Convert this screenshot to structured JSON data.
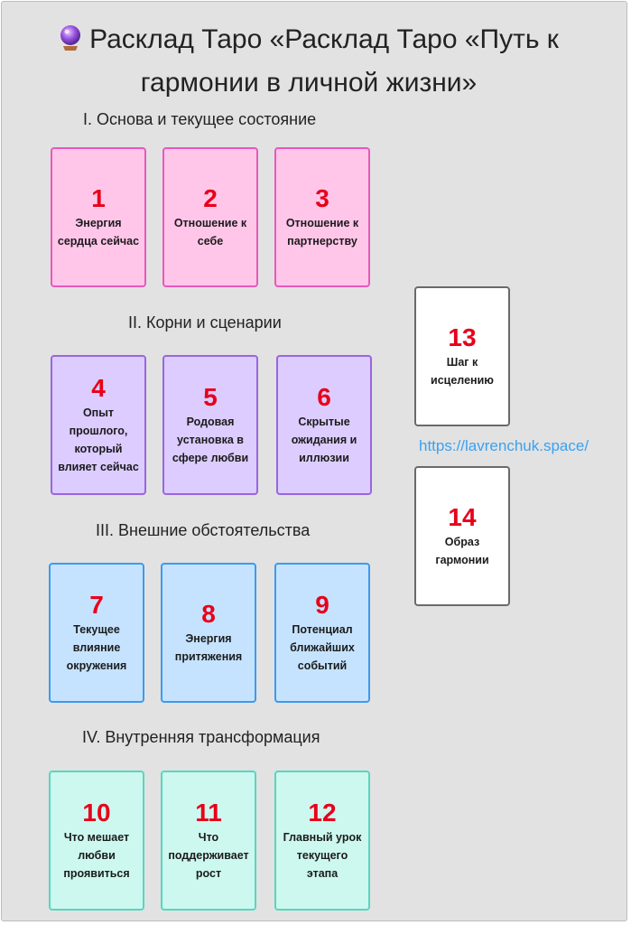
{
  "title_line1": "Расклад Таро «Расклад Таро «Путь к",
  "title_line2": "гармонии в личной жизни»",
  "title_icon": "crystal-ball-icon",
  "sections": [
    "I. Основа и текущее состояние",
    "II. Корни и сценарии",
    "III. Внешние обстоятельства",
    "IV. Внутренняя трансформация"
  ],
  "cards": [
    {
      "number": "1",
      "label": "Энергия сердца сейчас"
    },
    {
      "number": "2",
      "label": "Отношение к себе"
    },
    {
      "number": "3",
      "label": "Отношение к партнерству"
    },
    {
      "number": "4",
      "label": "Опыт прошлого, который влияет сейчас"
    },
    {
      "number": "5",
      "label": "Родовая установка в сфере любви"
    },
    {
      "number": "6",
      "label": "Скрытые ожидания и иллюзии"
    },
    {
      "number": "7",
      "label": "Текущее влияние окружения"
    },
    {
      "number": "8",
      "label": "Энергия притяжения"
    },
    {
      "number": "9",
      "label": "Потенциал ближайших событий"
    },
    {
      "number": "10",
      "label": "Что мешает любви проявиться"
    },
    {
      "number": "11",
      "label": "Что поддерживает рост"
    },
    {
      "number": "12",
      "label": "Главный урок текущего этапа"
    },
    {
      "number": "13",
      "label": "Шаг к исцелению"
    },
    {
      "number": "14",
      "label": "Образ гармонии"
    }
  ],
  "link": "https://lavrenchuk.space/",
  "colors": {
    "number": "#e8001a",
    "section1": "#ffc6ea",
    "section2": "#dcccff",
    "section3": "#c5e3ff",
    "section4": "#cdf8ef",
    "link": "#3aa1f0"
  }
}
